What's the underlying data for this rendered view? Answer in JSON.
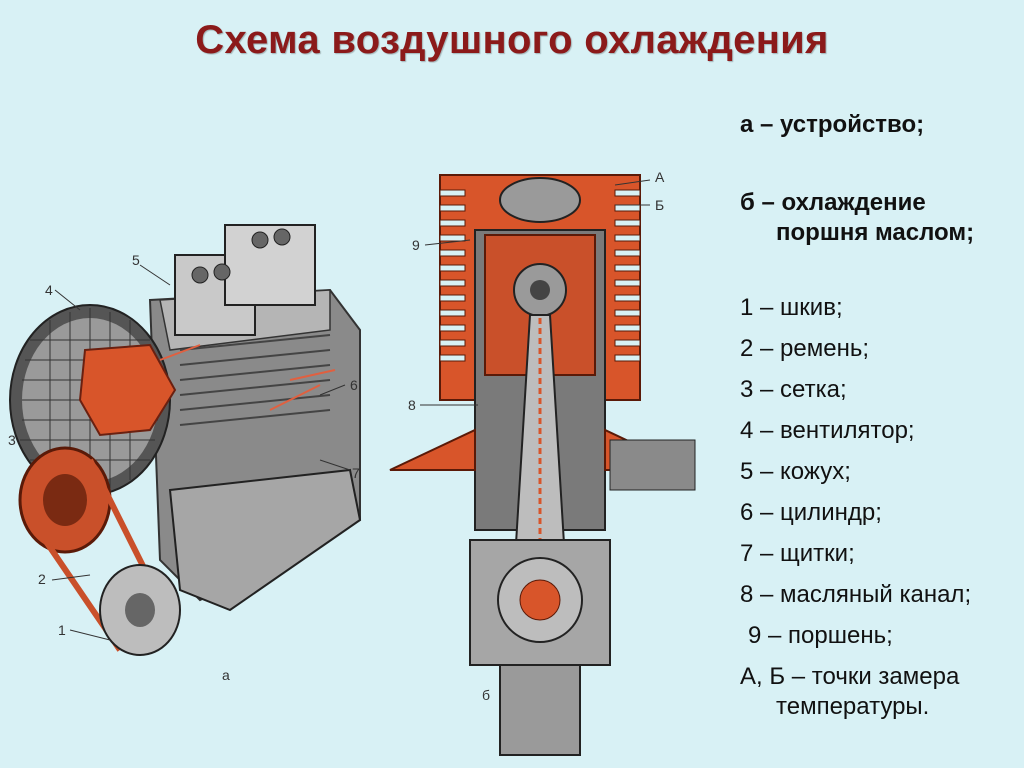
{
  "title": "Схема воздушного охлаждения",
  "legend": {
    "a_label": "а – устройство;",
    "b_line1": "б – охлаждение",
    "b_line2": "поршня маслом;",
    "items": [
      "1 – шкив;",
      "2 – ремень;",
      "3 – сетка;",
      "4 – вентилятор;",
      "5 – кожух;",
      "6 – цилиндр;",
      "7 – щитки;",
      "8 – масляный канал;",
      "9 – поршень;"
    ],
    "ab_line1": "А, Б – точки замера",
    "ab_line2": "температуры."
  },
  "left_figure": {
    "callouts": [
      "1",
      "2",
      "3",
      "4",
      "5",
      "6",
      "7"
    ],
    "caption": "а"
  },
  "right_figure": {
    "callouts": [
      "9",
      "8",
      "А",
      "Б"
    ],
    "caption": "б"
  },
  "colors": {
    "title": "#8b1a1a",
    "background": "#d8f1f5",
    "accent": "#d8552a"
  }
}
